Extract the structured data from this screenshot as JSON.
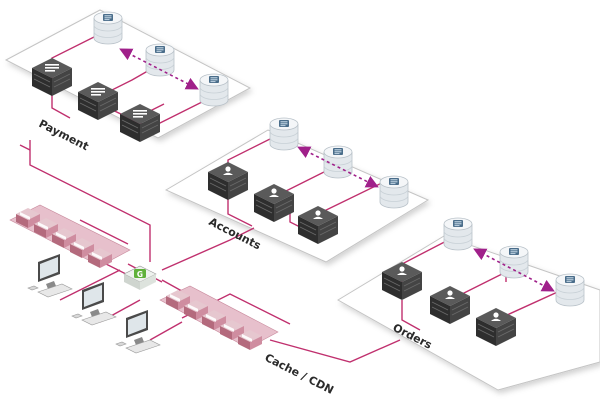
{
  "colors": {
    "link": "#c0306e",
    "link_light": "#d86a9a",
    "arrow": "#a0208a",
    "platform_fill": "#ffffff",
    "platform_stroke": "#bdbdbd",
    "server_dark": "#3b3b3b",
    "db_body": "#e9edf0",
    "db_icon": "#4a6d8a",
    "gateway": "#5fb13a"
  },
  "regions": [
    {
      "id": "payment",
      "label": "Payment",
      "server_icon": "server-list-icon",
      "replication": "bidirectional"
    },
    {
      "id": "accounts",
      "label": "Accounts",
      "server_icon": "server-user-icon",
      "replication": "bidirectional"
    },
    {
      "id": "orders",
      "label": "Orders",
      "server_icon": "server-user-icon",
      "replication": "bidirectional"
    }
  ],
  "edge": {
    "cache_label": "Cache / CDN",
    "gateway_icon": "gateway-g-icon",
    "gateway_letter": "G",
    "clients": 3
  }
}
